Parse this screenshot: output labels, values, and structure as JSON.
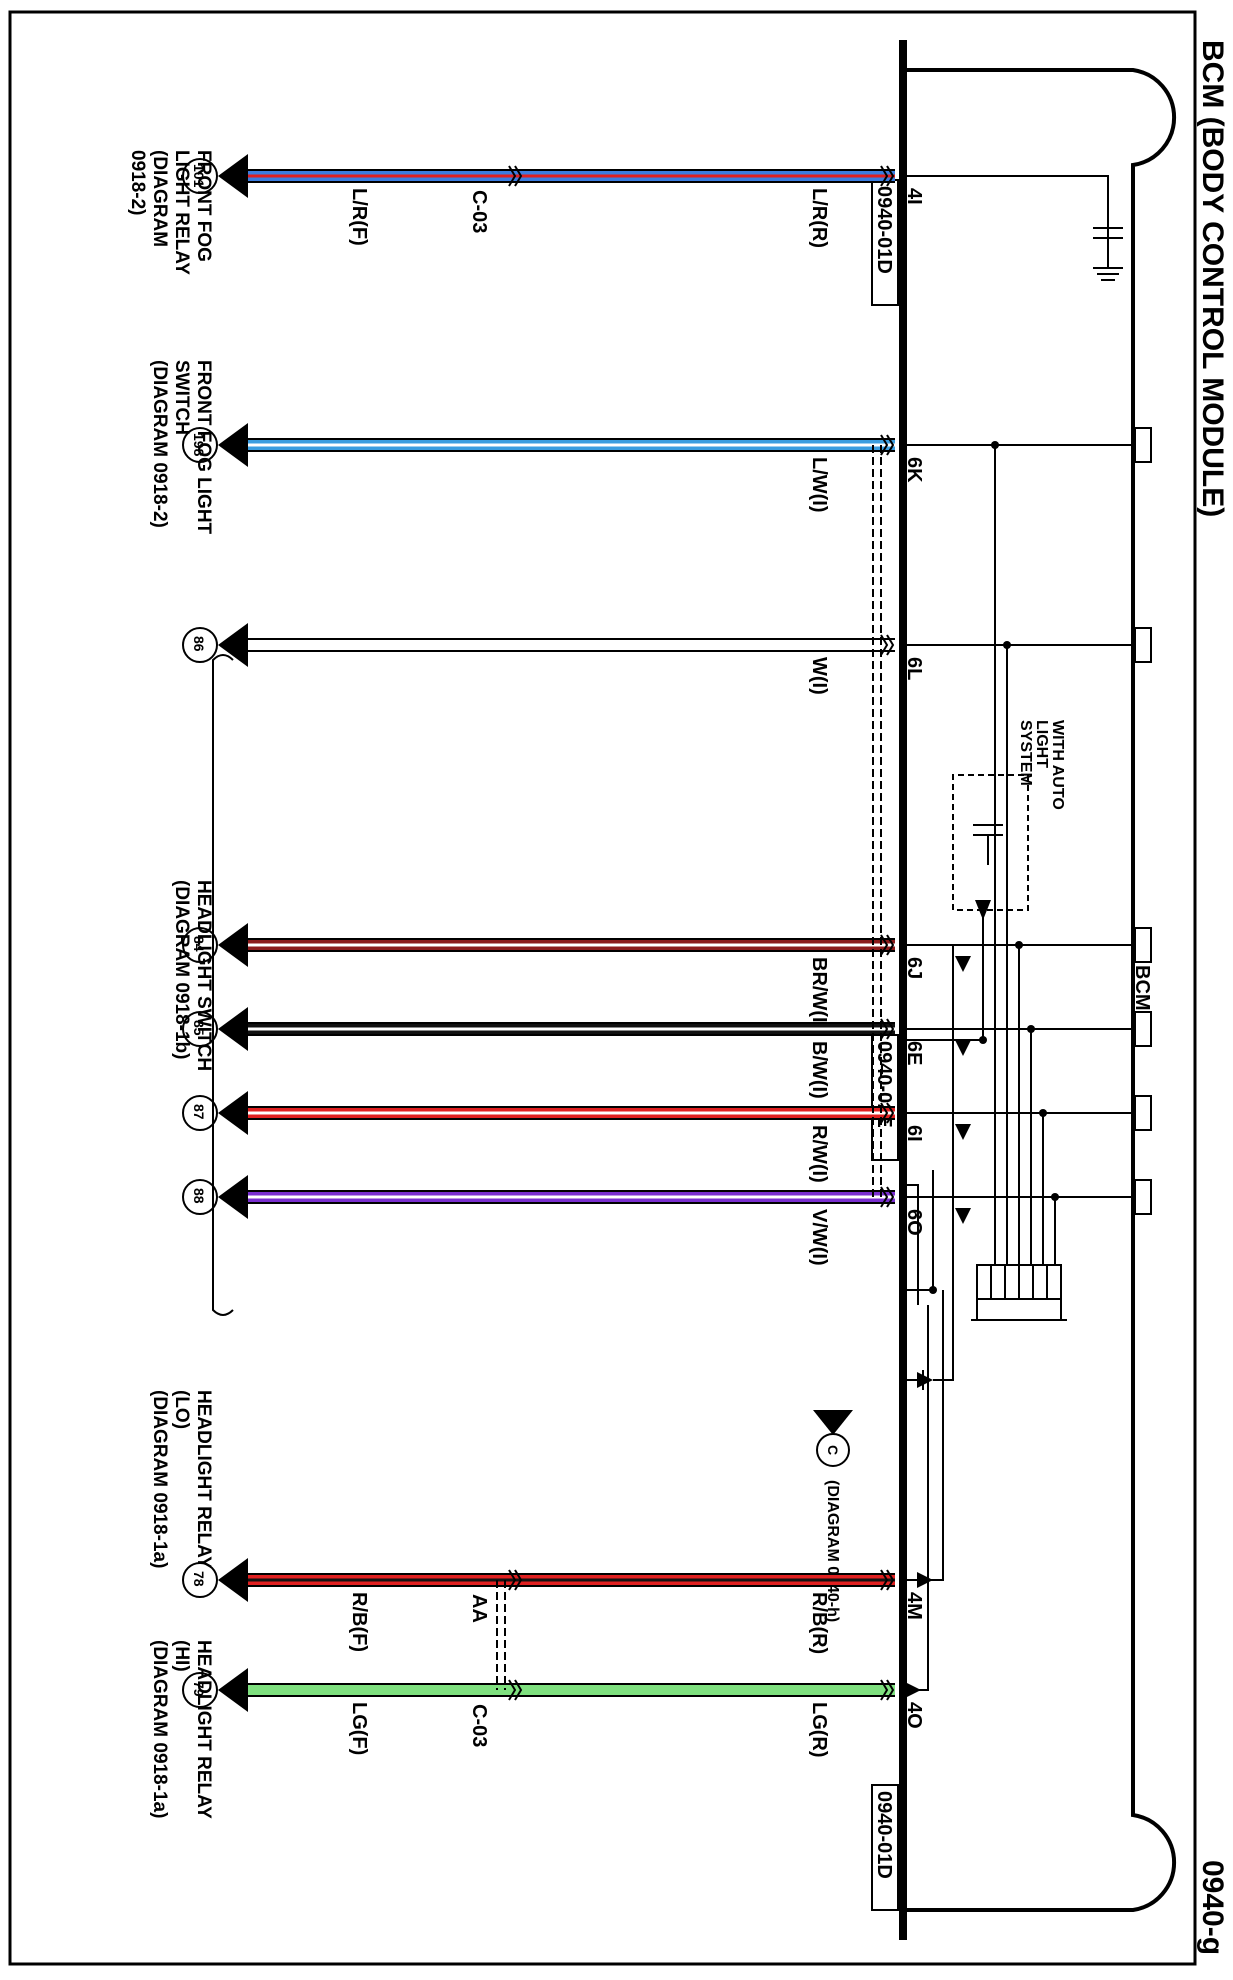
{
  "title": "BCM (BODY CONTROL MODULE)",
  "diagram_id": "0940-g",
  "module_label": "BCM",
  "connectors": {
    "top": "0940-01D",
    "middle": "0940-01E",
    "bottom": "0940-01D"
  },
  "auto_light_note": [
    "WITH AUTO",
    "LIGHT",
    "SYSTEM"
  ],
  "wires": [
    {
      "pin": "4I",
      "label_bcm": "L/R(R)",
      "inline": "C-03",
      "label_far": "L/R(F)",
      "dest": "101",
      "colors": [
        "#3a7de0",
        "#e02020"
      ]
    },
    {
      "pin": "6K",
      "label_bcm": "L/W(I)",
      "inline": "",
      "label_far": "",
      "dest": "198",
      "colors": [
        "#3a9de0",
        "#ffffff"
      ]
    },
    {
      "pin": "6L",
      "label_bcm": "W(I)",
      "inline": "",
      "label_far": "",
      "dest": "86",
      "colors": [
        "#ffffff",
        "#ffffff"
      ]
    },
    {
      "pin": "6J",
      "label_bcm": "BR/W(I)",
      "inline": "",
      "label_far": "",
      "dest": "84",
      "colors": [
        "#8b1a1a",
        "#ffffff"
      ]
    },
    {
      "pin": "6E",
      "label_bcm": "B/W(I)",
      "inline": "",
      "label_far": "",
      "dest": "85",
      "colors": [
        "#111111",
        "#ffffff"
      ]
    },
    {
      "pin": "6I",
      "label_bcm": "R/W(I)",
      "inline": "",
      "label_far": "",
      "dest": "87",
      "colors": [
        "#e02020",
        "#ffffff"
      ]
    },
    {
      "pin": "6O",
      "label_bcm": "V/W(I)",
      "inline": "",
      "label_far": "",
      "dest": "88",
      "colors": [
        "#7a2ed0",
        "#ffffff"
      ]
    },
    {
      "pin": "4M",
      "label_bcm": "R/B(R)",
      "inline": "AA",
      "label_far": "R/B(F)",
      "dest": "78",
      "colors": [
        "#e02020",
        "#111111"
      ]
    },
    {
      "pin": "4O",
      "label_bcm": "LG(R)",
      "inline": "C-03",
      "label_far": "LG(F)",
      "dest": "79",
      "colors": [
        "#7fe07f",
        "#7fe07f"
      ]
    }
  ],
  "destinations": {
    "fog_relay": [
      "FRONT FOG",
      "LIGHT RELAY",
      "(DIAGRAM",
      "0918-2)"
    ],
    "fog_switch": [
      "FRONT FOG LIGHT",
      "SWITCH",
      "(DIAGRAM  0918-2)"
    ],
    "headlight_switch": [
      "HEADLIGHT SWITCH",
      "(DIAGRAM  0918-1b)"
    ],
    "headlight_relay_lo": [
      "HEADLIGHT RELAY",
      "(LO)",
      "(DIAGRAM  0918-1a)"
    ],
    "headlight_relay_hi": [
      "HEADLIGHT RELAY",
      "(HI)",
      "(DIAGRAM  0918-1a)"
    ]
  },
  "ref_c": {
    "letter": "C",
    "text": "(DIAGRAM  0940-h)"
  }
}
